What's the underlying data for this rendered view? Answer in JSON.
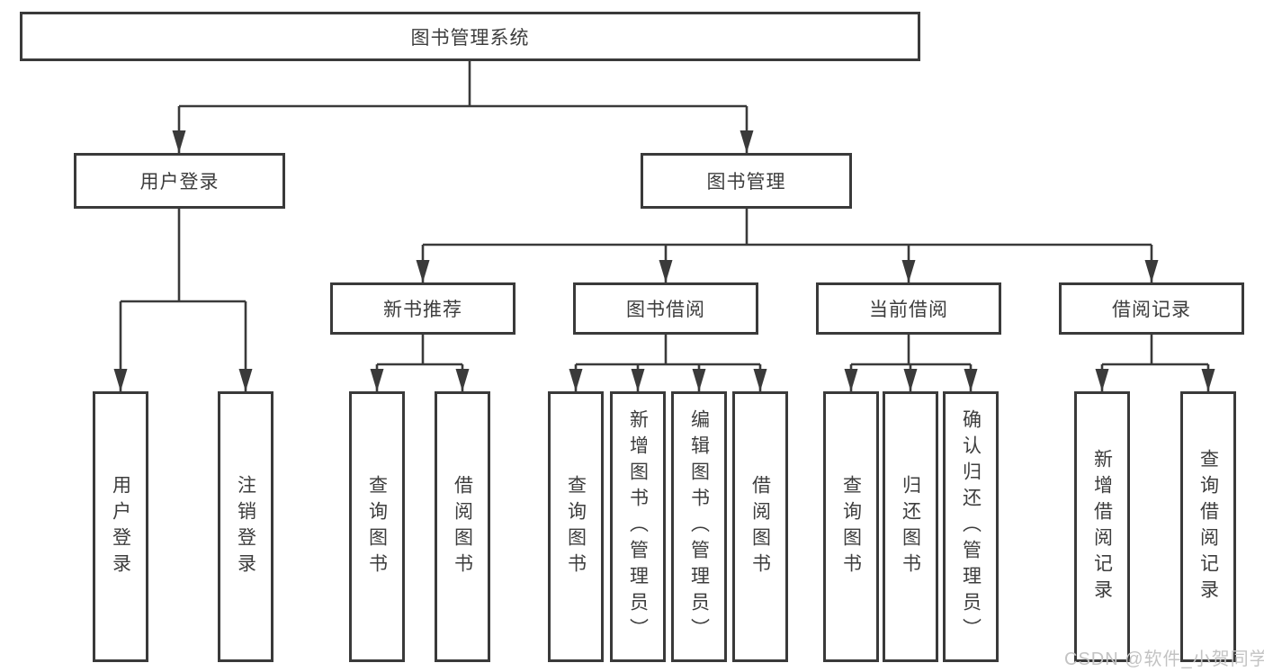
{
  "diagram": {
    "root": {
      "label": "图书管理系统"
    },
    "level2": [
      {
        "label": "用户登录"
      },
      {
        "label": "图书管理"
      }
    ],
    "level3": [
      {
        "label": "新书推荐"
      },
      {
        "label": "图书借阅"
      },
      {
        "label": "当前借阅"
      },
      {
        "label": "借阅记录"
      }
    ],
    "leaves": {
      "user_login": [
        {
          "label": "用户登录"
        },
        {
          "label": "注销登录"
        }
      ],
      "new_books": [
        {
          "label": "查询图书"
        },
        {
          "label": "借阅图书"
        }
      ],
      "borrowing": [
        {
          "label": "查询图书"
        },
        {
          "label": "新增图书（管理员）"
        },
        {
          "label": "编辑图书（管理员）"
        },
        {
          "label": "借阅图书"
        }
      ],
      "current": [
        {
          "label": "查询图书"
        },
        {
          "label": "归还图书"
        },
        {
          "label": "确认归还（管理员）"
        }
      ],
      "records": [
        {
          "label": "新增借阅记录"
        },
        {
          "label": "查询借阅记录"
        }
      ]
    },
    "watermark": "CSDN @软件_小贺同学",
    "colors": {
      "line": "#3a3a3a",
      "text": "#3d3d3d",
      "watermark": "#c3c3c3",
      "background": "#ffffff"
    }
  }
}
